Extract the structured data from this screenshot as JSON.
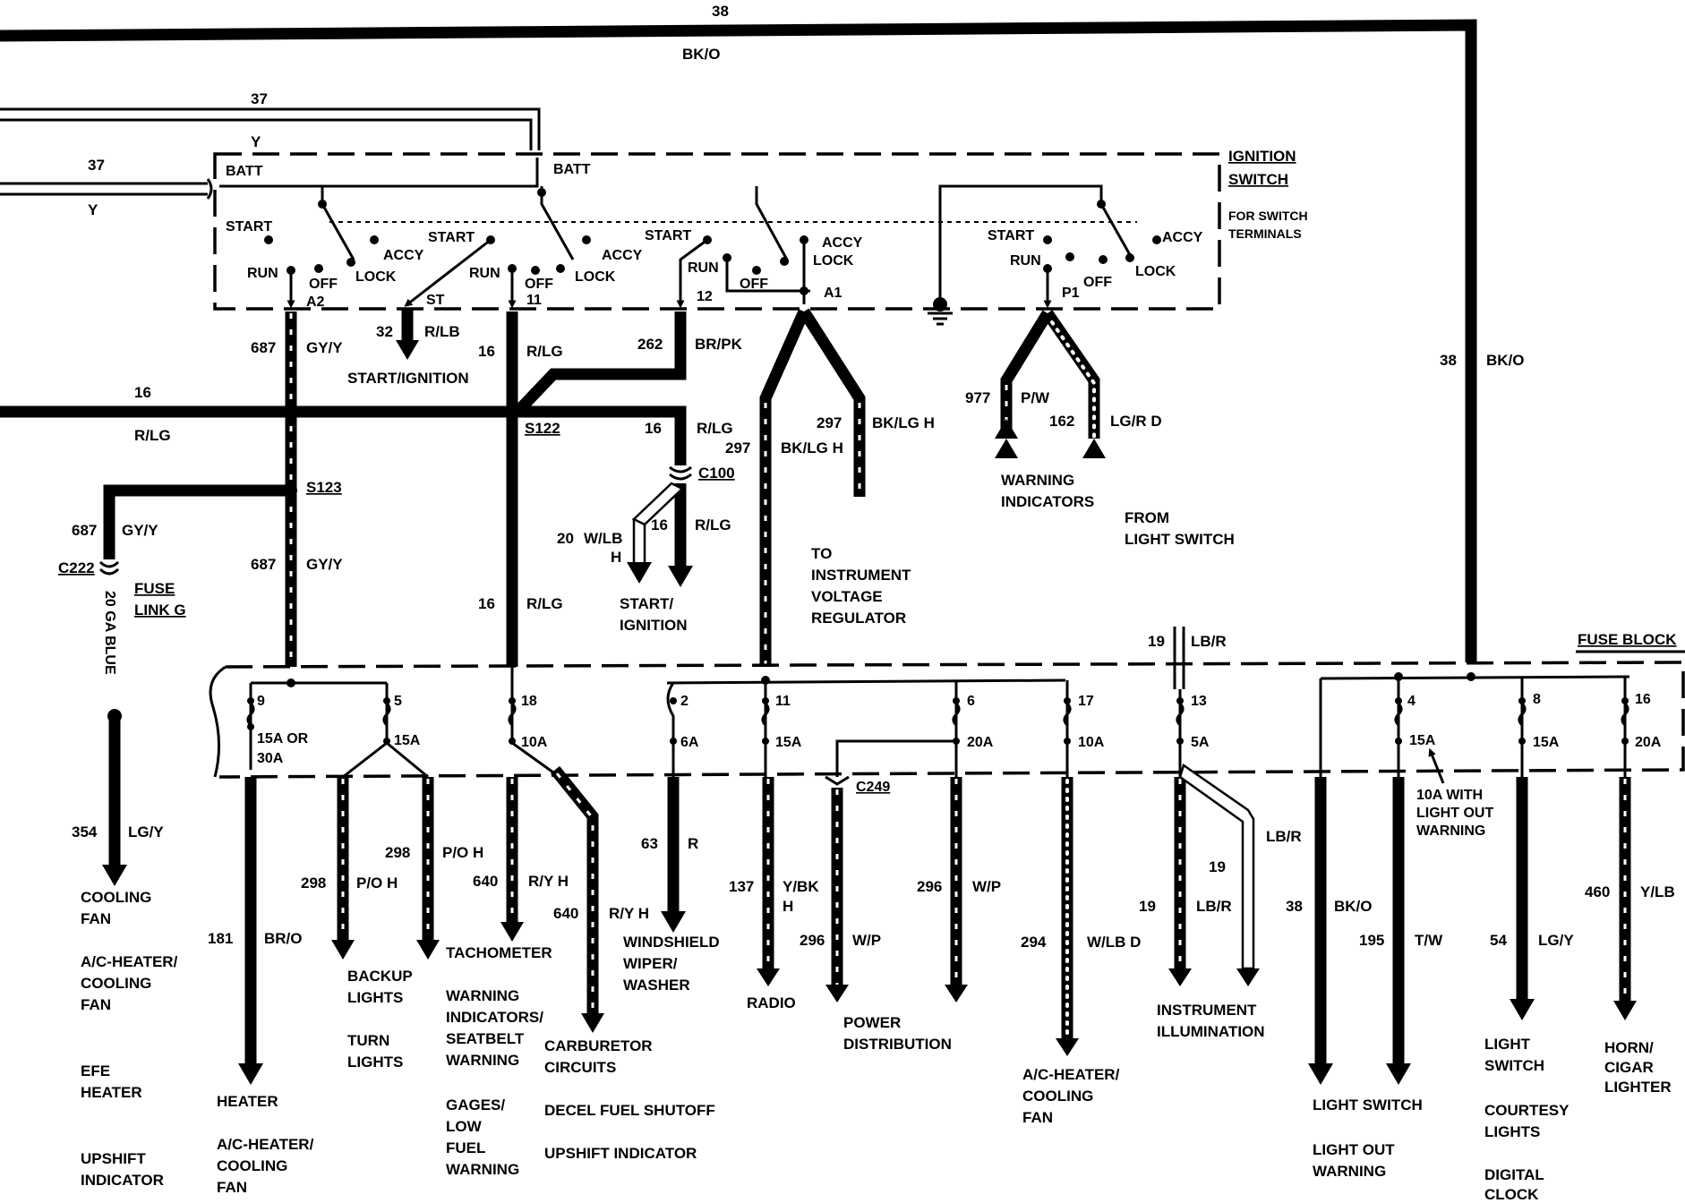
{
  "wires": {
    "w38_top": {
      "num": "38",
      "color": "BK/O"
    },
    "w37_a": {
      "num": "37"
    },
    "w37_b": {
      "num": "37",
      "color": "Y"
    },
    "w_y_top": {
      "color": "Y"
    },
    "w38_right": {
      "num": "38",
      "color": "BK/O"
    },
    "w16_left": {
      "num": "16",
      "color": "R/LG"
    },
    "w687_top": {
      "num": "687",
      "color": "GY/Y"
    },
    "w32": {
      "num": "32",
      "color": "R/LB"
    },
    "w16_mid": {
      "num": "16",
      "color": "R/LG"
    },
    "w262": {
      "num": "262",
      "color": "BR/PK"
    },
    "w297_a": {
      "num": "297",
      "color": "BK/LG H"
    },
    "w297_b": {
      "num": "297",
      "color": "BK/LG H"
    },
    "w977": {
      "num": "977",
      "color": "P/W"
    },
    "w162": {
      "num": "162",
      "color": "LG/R D"
    },
    "w16_c100": {
      "num": "16",
      "color": "R/LG"
    },
    "w20": {
      "num": "20",
      "color": "W/LB",
      "suffix": "H"
    },
    "w16_c100b": {
      "num": "16",
      "color": "R/LG"
    },
    "w687_left": {
      "num": "687",
      "color": "GY/Y"
    },
    "w687_mid": {
      "num": "687",
      "color": "GY/Y"
    },
    "w16_low": {
      "num": "16",
      "color": "R/LG"
    },
    "w19_top": {
      "num": "19",
      "color": "LB/R"
    },
    "w354": {
      "num": "354",
      "color": "LG/Y"
    },
    "w181": {
      "num": "181",
      "color": "BR/O"
    },
    "w298_a": {
      "num": "298",
      "color": "P/O H"
    },
    "w298_b": {
      "num": "298",
      "color": "P/O H"
    },
    "w640_a": {
      "num": "640",
      "color": "R/Y H"
    },
    "w640_b": {
      "num": "640",
      "color": "R/Y H"
    },
    "w63": {
      "num": "63",
      "color": "R"
    },
    "w137": {
      "num": "137",
      "color": "Y/BK",
      "suffix": "H"
    },
    "w296_a": {
      "num": "296",
      "color": "W/P"
    },
    "w296_b": {
      "num": "296",
      "color": "W/P"
    },
    "w294": {
      "num": "294",
      "color": "W/LB D"
    },
    "w19_a": {
      "num": "19",
      "color": "LB/R"
    },
    "w19_b": {
      "num": "19",
      "color": "LB/R"
    },
    "w38_low": {
      "num": "38",
      "color": "BK/O"
    },
    "w195": {
      "num": "195",
      "color": "T/W"
    },
    "w54": {
      "num": "54",
      "color": "LG/Y"
    },
    "w460": {
      "num": "460",
      "color": "Y/LB"
    }
  },
  "ignition": {
    "title_1": "IGNITION",
    "title_2": "SWITCH",
    "note_1": "FOR SWITCH",
    "note_2": "TERMINALS",
    "batt": "BATT",
    "start": "START",
    "run": "RUN",
    "off": "OFF",
    "lock": "LOCK",
    "accy": "ACCY",
    "st": "ST",
    "terminals": {
      "a2": "A2",
      "t11": "11",
      "t12": "12",
      "a1": "A1",
      "p1": "P1"
    }
  },
  "splices": {
    "s122": "S122",
    "s123": "S123"
  },
  "connectors": {
    "c100": "C100",
    "c222": "C222",
    "c249": "C249"
  },
  "fuse_link": {
    "line1": "FUSE",
    "line2": "LINK G",
    "gauge": "20 GA BLUE"
  },
  "fuse_block": {
    "title": "FUSE BLOCK",
    "fuses": [
      {
        "num": "9",
        "rating": "15A OR",
        "rating2": "30A"
      },
      {
        "num": "5",
        "rating": "15A"
      },
      {
        "num": "18",
        "rating": "10A"
      },
      {
        "num": "2",
        "rating": "6A"
      },
      {
        "num": "11",
        "rating": "15A"
      },
      {
        "num": "6",
        "rating": "20A"
      },
      {
        "num": "17",
        "rating": "10A"
      },
      {
        "num": "13",
        "rating": "5A"
      },
      {
        "num": "4",
        "rating": "15A"
      },
      {
        "num": "8",
        "rating": "15A"
      },
      {
        "num": "16",
        "rating": "20A"
      }
    ],
    "note_1": "10A WITH",
    "note_2": "LIGHT OUT",
    "note_3": "WARNING"
  },
  "destinations": {
    "start_ign_1": "START/IGNITION",
    "start_ign_2a": "START/",
    "start_ign_2b": "IGNITION",
    "to_instr_1": "TO",
    "to_instr_2": "INSTRUMENT",
    "to_instr_3": "VOLTAGE",
    "to_instr_4": "REGULATOR",
    "warn_1": "WARNING",
    "warn_2": "INDICATORS",
    "from_ls_1": "FROM",
    "from_ls_2": "LIGHT SWITCH",
    "cooling_1": "COOLING",
    "cooling_2": "FAN",
    "acheat_1": "A/C-HEATER/",
    "acheat_2": "COOLING",
    "acheat_3": "FAN",
    "efe_1": "EFE",
    "efe_2": "HEATER",
    "upshift_1": "UPSHIFT",
    "upshift_2": "INDICATOR",
    "heater": "HEATER",
    "acheat2_1": "A/C-HEATER/",
    "acheat2_2": "COOLING",
    "acheat2_3": "FAN",
    "backup_1": "BACKUP",
    "backup_2": "LIGHTS",
    "turn_1": "TURN",
    "turn_2": "LIGHTS",
    "tach": "TACHOMETER",
    "warnseat_1": "WARNING",
    "warnseat_2": "INDICATORS/",
    "warnseat_3": "SEATBELT",
    "warnseat_4": "WARNING",
    "gages_1": "GAGES/",
    "gages_2": "LOW",
    "gages_3": "FUEL",
    "gages_4": "WARNING",
    "carb_1": "CARBURETOR",
    "carb_2": "CIRCUITS",
    "decel": "DECEL FUEL SHUTOFF",
    "upshift2": "UPSHIFT INDICATOR",
    "wiper_1": "WINDSHIELD",
    "wiper_2": "WIPER/",
    "wiper_3": "WASHER",
    "radio": "RADIO",
    "power_1": "POWER",
    "power_2": "DISTRIBUTION",
    "acheat3_1": "A/C-HEATER/",
    "acheat3_2": "COOLING",
    "acheat3_3": "FAN",
    "instr_1": "INSTRUMENT",
    "instr_2": "ILLUMINATION",
    "ls_1": "LIGHT SWITCH",
    "lo_1": "LIGHT OUT",
    "lo_2": "WARNING",
    "lsw_1": "LIGHT",
    "lsw_2": "SWITCH",
    "court_1": "COURTESY",
    "court_2": "LIGHTS",
    "digi_1": "DIGITAL",
    "digi_2": "CLOCK",
    "horn_1": "HORN/",
    "horn_2": "CIGAR",
    "horn_3": "LIGHTER"
  }
}
